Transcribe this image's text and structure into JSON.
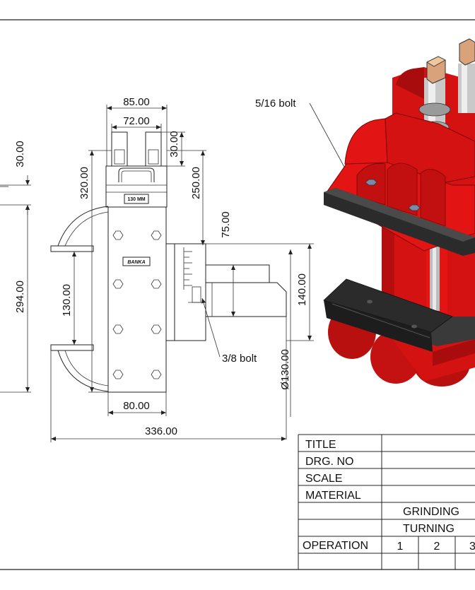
{
  "dimensions": {
    "top_width": "85.00",
    "top_inner_width": "72.00",
    "top_height": "30.00",
    "left_top_height": "30.00",
    "height_320": "320.00",
    "height_250": "250.00",
    "height_75": "75.00",
    "height_294": "294.00",
    "height_130": "130.00",
    "height_140": "140.00",
    "diameter_130": "Ø130.00",
    "base_width": "80.00",
    "total_width": "336.00"
  },
  "notes": {
    "bolt_top": "5/16 bolt",
    "bolt_bottom": "3/8 bolt",
    "plate_label": "130 MM",
    "brand_label": "BANKA"
  },
  "title_block": {
    "labels": [
      "TITLE",
      "DRG. NO",
      "SCALE",
      "MATERIAL"
    ],
    "processes": [
      "GRINDING",
      "TURNING"
    ],
    "operation_label": "OPERATION",
    "operation_numbers": [
      "1",
      "2",
      "3"
    ]
  },
  "colors": {
    "part_red": "#e31414",
    "part_dark_red": "#a80c0c",
    "pad_black": "#2b2b2b",
    "line": "#222222"
  }
}
